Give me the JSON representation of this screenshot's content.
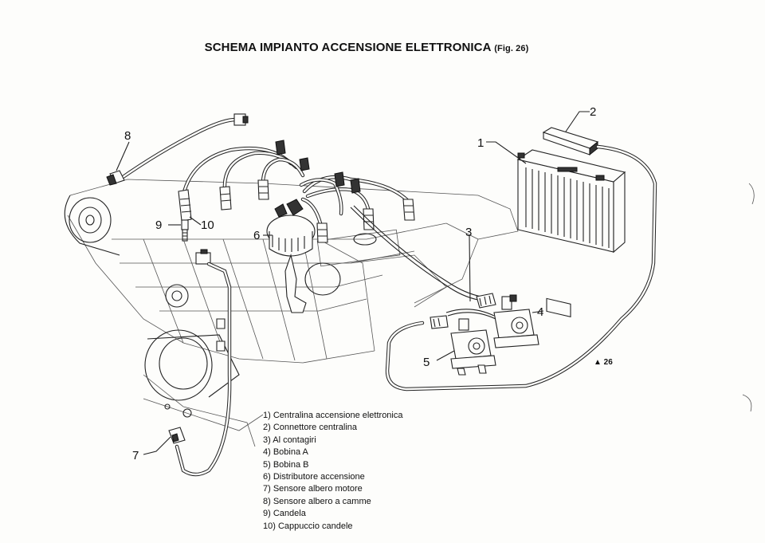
{
  "title": {
    "main": "SCHEMA IMPIANTO ACCENSIONE ELETTRONICA",
    "fig": "(Fig. 26)"
  },
  "callouts": [
    "1",
    "2",
    "3",
    "4",
    "5",
    "6",
    "7",
    "8",
    "9",
    "10"
  ],
  "figure_ref": "▲ 26",
  "legend": [
    "1) Centralina accensione elettronica",
    "2) Connettore centralina",
    "3) Al contagiri",
    "4) Bobina A",
    "5) Bobina B",
    "6) Distributore accensione",
    "7) Sensore albero motore",
    "8) Sensore albero a camme",
    "9) Candela",
    "10) Cappuccio candele"
  ]
}
